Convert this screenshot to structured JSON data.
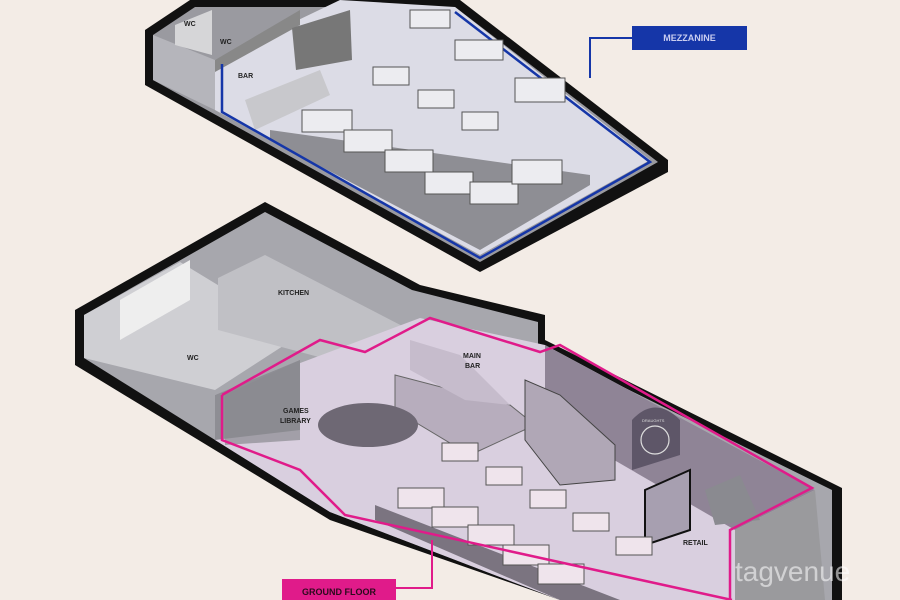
{
  "mezzanine": {
    "title": "MEZZANINE",
    "rooms": {
      "wc_1": "WC",
      "wc_2": "WC",
      "bar": "BAR"
    }
  },
  "ground_floor": {
    "title": "GROUND FLOOR",
    "rooms": {
      "kitchen": "KITCHEN",
      "wc": "WC",
      "main_bar_1": "MAIN",
      "main_bar_2": "BAR",
      "games_1": "GAMES",
      "games_2": "LIBRARY",
      "retail": "RETAIL"
    },
    "logo_text": "DRAUGHTS"
  },
  "watermark": "tagvenue",
  "colors": {
    "mezzanine_accent": "#1536a8",
    "ground_accent": "#e01b8a",
    "background": "#f3ece6"
  }
}
